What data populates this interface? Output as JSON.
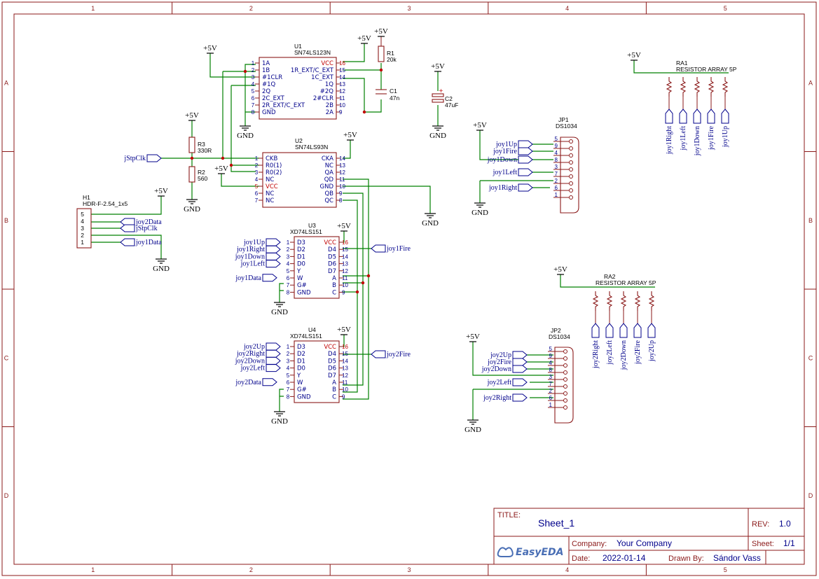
{
  "zones": {
    "cols": [
      "1",
      "2",
      "3",
      "4",
      "5"
    ],
    "rows": [
      "A",
      "B",
      "C",
      "D"
    ]
  },
  "power": {
    "vcc": "+5V",
    "gnd": "GND"
  },
  "parts": {
    "u1": {
      "ref": "U1",
      "value": "SN74LS123N",
      "left_pins": [
        [
          "1",
          "1A"
        ],
        [
          "2",
          "1B"
        ],
        [
          "3",
          "#1CLR"
        ],
        [
          "4",
          "#1Q"
        ],
        [
          "5",
          "2Q"
        ],
        [
          "6",
          "2C_EXT"
        ],
        [
          "7",
          "2R_EXT/C_EXT"
        ],
        [
          "8",
          "GND"
        ]
      ],
      "right_pins": [
        [
          "16",
          "VCC"
        ],
        [
          "15",
          "1R_EXT/C_EXT"
        ],
        [
          "14",
          "1C_EXT"
        ],
        [
          "13",
          "1Q"
        ],
        [
          "12",
          "#2Q"
        ],
        [
          "11",
          "2#CLR"
        ],
        [
          "10",
          "2B"
        ],
        [
          "9",
          "2A"
        ]
      ]
    },
    "u2": {
      "ref": "U2",
      "value": "SN74LS93N",
      "left_pins": [
        [
          "1",
          "CKB"
        ],
        [
          "2",
          "R0(1)"
        ],
        [
          "3",
          "R0(2)"
        ],
        [
          "4",
          "NC"
        ],
        [
          "5",
          "VCC"
        ],
        [
          "6",
          "NC"
        ],
        [
          "7",
          "NC"
        ]
      ],
      "right_pins": [
        [
          "14",
          "CKA"
        ],
        [
          "13",
          "NC"
        ],
        [
          "12",
          "QA"
        ],
        [
          "11",
          "QD"
        ],
        [
          "10",
          "GND"
        ],
        [
          "9",
          "QB"
        ],
        [
          "8",
          "QC"
        ]
      ]
    },
    "u3": {
      "ref": "U3",
      "value": "XD74LS151",
      "left_pins": [
        [
          "1",
          "D3"
        ],
        [
          "2",
          "D2"
        ],
        [
          "3",
          "D1"
        ],
        [
          "4",
          "D0"
        ],
        [
          "5",
          "Y"
        ],
        [
          "6",
          "W"
        ],
        [
          "7",
          "G#"
        ],
        [
          "8",
          "GND"
        ]
      ],
      "right_pins": [
        [
          "16",
          "VCC"
        ],
        [
          "15",
          "D4"
        ],
        [
          "14",
          "D5"
        ],
        [
          "13",
          "D6"
        ],
        [
          "12",
          "D7"
        ],
        [
          "11",
          "A"
        ],
        [
          "10",
          "B"
        ],
        [
          "9",
          "C"
        ]
      ]
    },
    "u4": {
      "ref": "U4",
      "value": "XD74LS151",
      "left_pins": [
        [
          "1",
          "D3"
        ],
        [
          "2",
          "D2"
        ],
        [
          "3",
          "D1"
        ],
        [
          "4",
          "D0"
        ],
        [
          "5",
          "Y"
        ],
        [
          "6",
          "W"
        ],
        [
          "7",
          "G#"
        ],
        [
          "8",
          "GND"
        ]
      ],
      "right_pins": [
        [
          "16",
          "VCC"
        ],
        [
          "15",
          "D4"
        ],
        [
          "14",
          "D5"
        ],
        [
          "13",
          "D6"
        ],
        [
          "12",
          "D7"
        ],
        [
          "11",
          "A"
        ],
        [
          "10",
          "B"
        ],
        [
          "9",
          "C"
        ]
      ]
    },
    "r1": {
      "ref": "R1",
      "value": "20k"
    },
    "c1": {
      "ref": "C1",
      "value": "47n"
    },
    "c2": {
      "ref": "C2",
      "value": "47uF"
    },
    "r3": {
      "ref": "R3",
      "value": "330R"
    },
    "r2": {
      "ref": "R2",
      "value": "560"
    },
    "h1": {
      "ref": "H1",
      "value": "HDR-F-2.54_1x5",
      "pins": [
        "5",
        "4",
        "3",
        "2",
        "1"
      ]
    },
    "ra1": {
      "ref": "RA1",
      "value": "RESISTOR ARRAY 5P"
    },
    "ra2": {
      "ref": "RA2",
      "value": "RESISTOR ARRAY 5P"
    },
    "jp1": {
      "ref": "JP1",
      "value": "DS1034",
      "pins": [
        "5",
        "9",
        "4",
        "8",
        "3",
        "7",
        "2",
        "6",
        "1"
      ]
    },
    "jp2": {
      "ref": "JP2",
      "value": "DS1034",
      "pins": [
        "5",
        "9",
        "4",
        "8",
        "3",
        "7",
        "2",
        "6",
        "1"
      ]
    }
  },
  "nets": {
    "jStpClk": "jStpClk",
    "h1_pin4": "joy2Data",
    "h1_pin3": "jStpClk",
    "h1_pin1": "joy1Data",
    "u3_inputs": [
      "joy1Up",
      "joy1Right",
      "joy1Down",
      "joy1Left",
      "joy1Data"
    ],
    "u3_out": "joy1Fire",
    "u4_inputs": [
      "joy2Up",
      "joy2Right",
      "joy2Down",
      "joy2Left",
      "joy2Data"
    ],
    "u4_out": "joy2Fire",
    "jp1_nets": [
      "joy1Up",
      "joy1Fire",
      "joy1Down",
      "joy1Left",
      "joy1Right"
    ],
    "jp2_nets": [
      "joy2Up",
      "joy2Fire",
      "joy2Down",
      "joy2Left",
      "joy2Right"
    ],
    "ra1_nets": [
      "joy1Right",
      "joy1Left",
      "joy1Down",
      "joy1Fire",
      "joy1Up"
    ],
    "ra2_nets": [
      "joy2Right",
      "joy2Left",
      "joy2Down",
      "joy2Fire",
      "joy2Up"
    ]
  },
  "title_block": {
    "title_label": "TITLE:",
    "title": "Sheet_1",
    "rev_label": "REV:",
    "rev": "1.0",
    "company_label": "Company:",
    "company": "Your Company",
    "sheet_label": "Sheet:",
    "sheet": "1/1",
    "date_label": "Date:",
    "date": "2022-01-14",
    "drawn_label": "Drawn By:",
    "drawn_by": "Sándor Vass",
    "logo": "EasyEDA"
  }
}
